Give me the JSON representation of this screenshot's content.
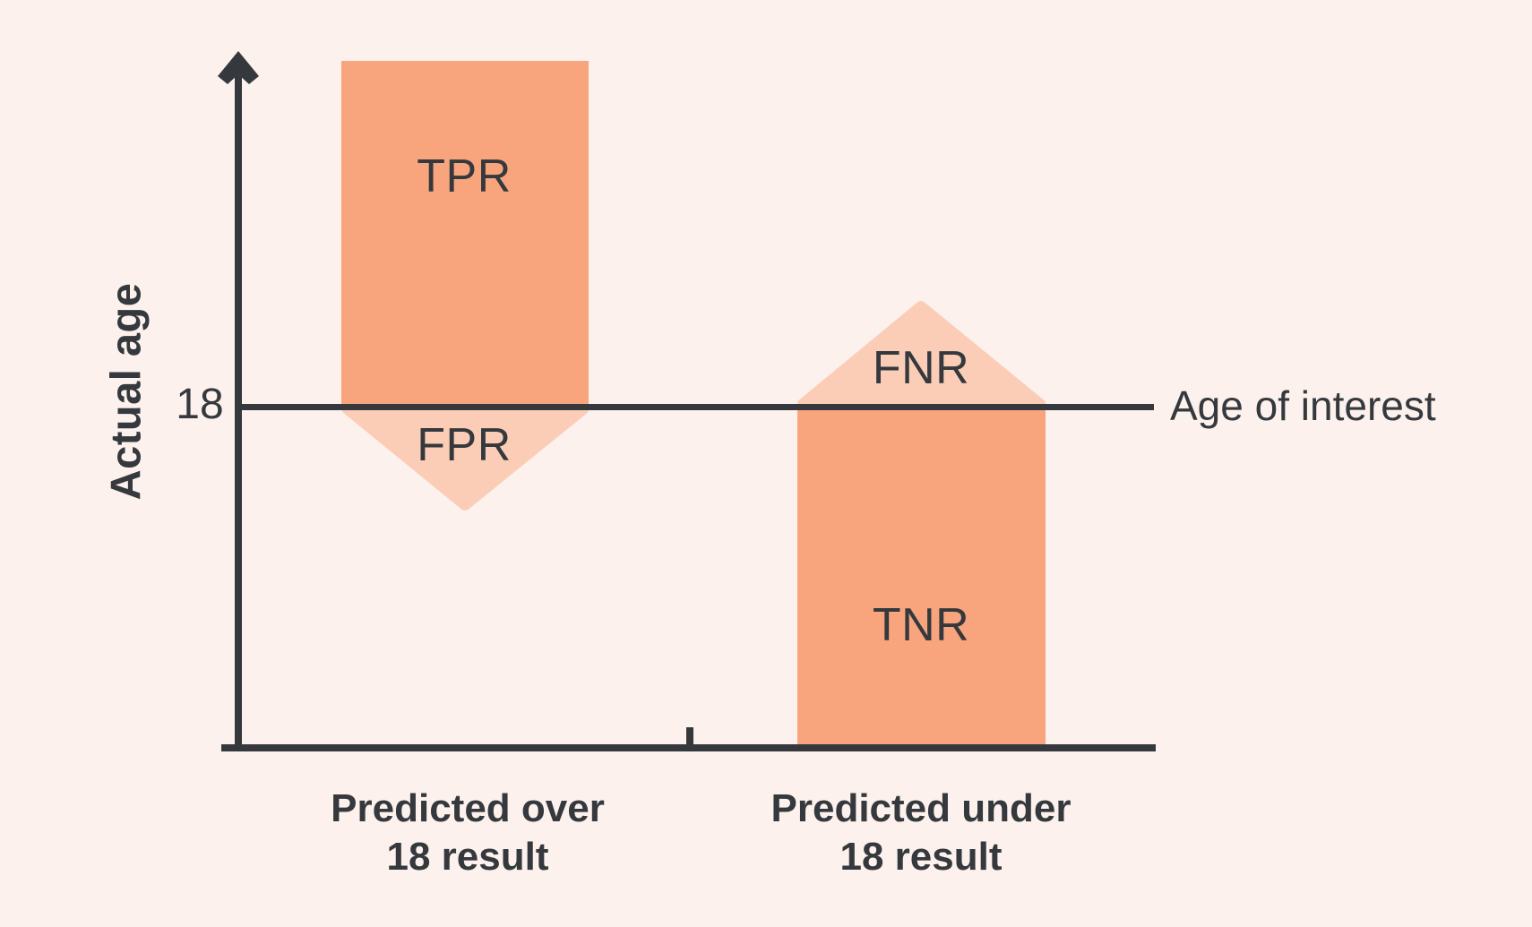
{
  "colors": {
    "background": "#fcf1ed",
    "shape_strong": "#f8a57e",
    "shape_light": "#fbcdb6",
    "ink": "#35393d"
  },
  "axes": {
    "y_title": "Actual age",
    "y_tick_label": "18",
    "x_categories": [
      {
        "line1": "Predicted over",
        "line2": "18 result"
      },
      {
        "line1": "Predicted under",
        "line2": "18 result"
      }
    ]
  },
  "reference_line": {
    "label": "Age of interest",
    "value": "18"
  },
  "regions": {
    "tpr": "TPR",
    "fpr": "FPR",
    "fnr": "FNR",
    "tnr": "TNR"
  }
}
